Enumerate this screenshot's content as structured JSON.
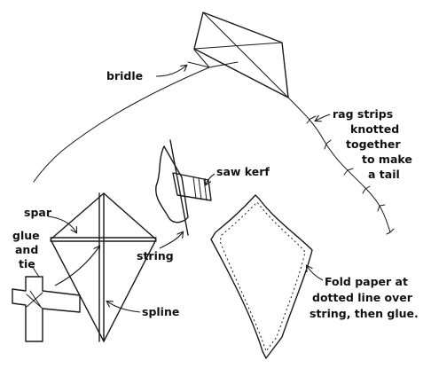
{
  "labels": {
    "bridle": "bridle",
    "rag1": "rag strips",
    "rag2": "knotted",
    "rag3": "together",
    "rag4": "to make",
    "rag5": "a tail",
    "saw_kerf": "saw kerf",
    "spar": "spar",
    "glue": "glue",
    "and": "and",
    "tie": "tie",
    "string": "string",
    "spline": "spline",
    "fold1": "Fold paper at",
    "fold2": "dotted line over",
    "fold3": "string, then glue."
  }
}
